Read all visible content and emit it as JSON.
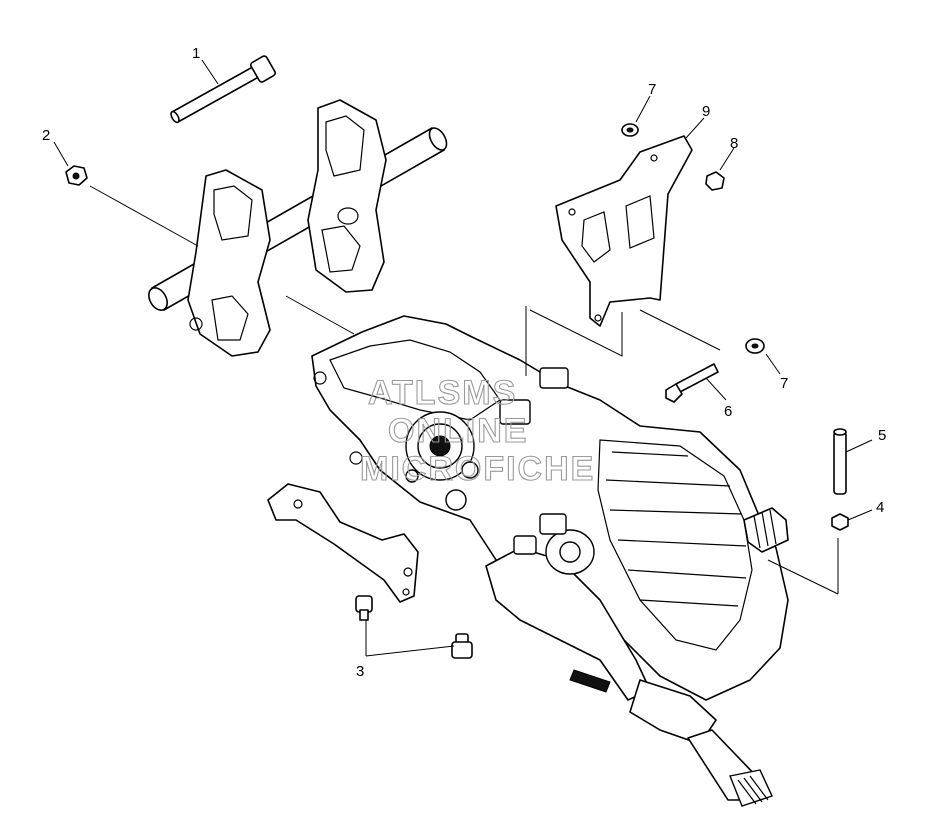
{
  "figure": {
    "callouts": [
      {
        "id": "c1",
        "label": "1"
      },
      {
        "id": "c2",
        "label": "2"
      },
      {
        "id": "c3",
        "label": "3"
      },
      {
        "id": "c4",
        "label": "4"
      },
      {
        "id": "c5",
        "label": "5"
      },
      {
        "id": "c6",
        "label": "6"
      },
      {
        "id": "c7a",
        "label": "7"
      },
      {
        "id": "c7b",
        "label": "7"
      },
      {
        "id": "c8",
        "label": "8"
      },
      {
        "id": "c9",
        "label": "9"
      }
    ],
    "watermark": [
      "ATLSMS",
      "ONLINE",
      "MICROFICHE"
    ]
  }
}
